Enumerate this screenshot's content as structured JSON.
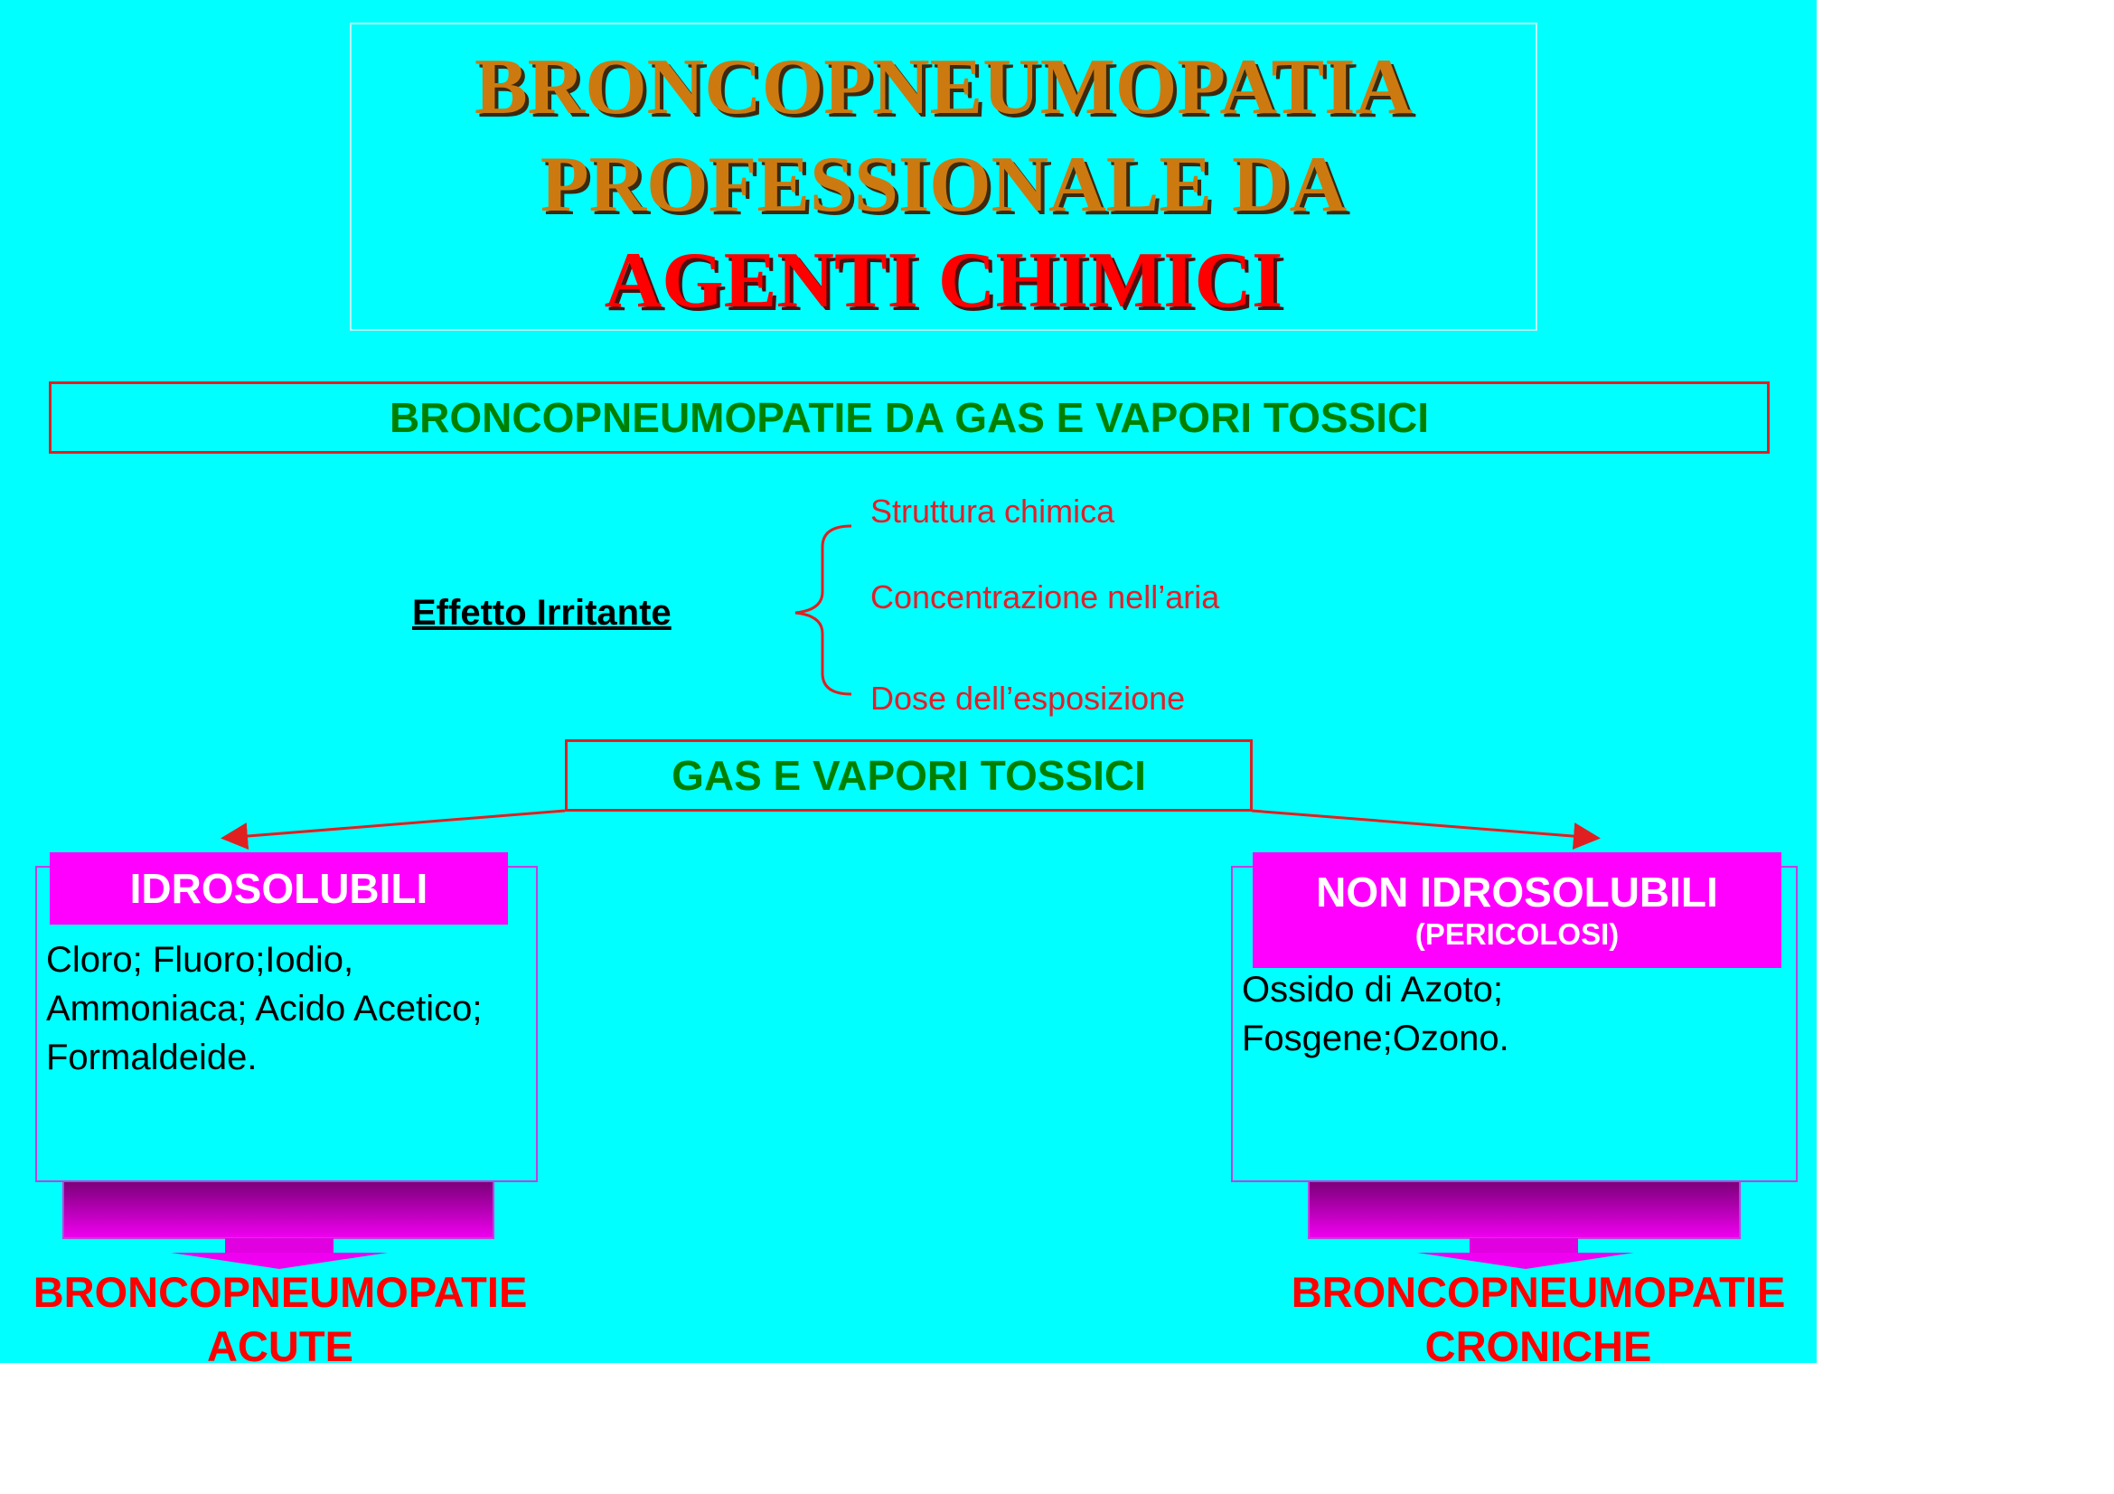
{
  "title": {
    "line1": "BRONCOPNEUMOPATIA",
    "line2": "PROFESSIONALE DA",
    "line3": "AGENTI CHIMICI"
  },
  "subtitle": "BRONCOPNEUMOPATIE DA GAS E VAPORI TOSSICI",
  "effect": {
    "label": "Effetto Irritante",
    "factors": [
      "Struttura chimica",
      "Concentrazione nell’aria",
      "Dose dell’esposizione"
    ]
  },
  "center_box": "GAS E VAPORI TOSSICI",
  "left": {
    "header": "IDROSOLUBILI",
    "lines": [
      "Cloro; Fluoro;Iodio,",
      "Ammoniaca; Acido Acetico;",
      "Formaldeide."
    ],
    "result_line1": "BRONCOPNEUMOPATIE",
    "result_line2": "ACUTE"
  },
  "right": {
    "header": "NON IDROSOLUBILI",
    "subheader": "(PERICOLOSI)",
    "lines": [
      "Ossido di Azoto;",
      "Fosgene;Ozono."
    ],
    "result_line1": "BRONCOPNEUMOPATIE",
    "result_line2": "CRONICHE"
  },
  "colors": {
    "background": "#00ffff",
    "accent": "#ff00ff",
    "green": "#008000",
    "red": "#ff0000"
  }
}
